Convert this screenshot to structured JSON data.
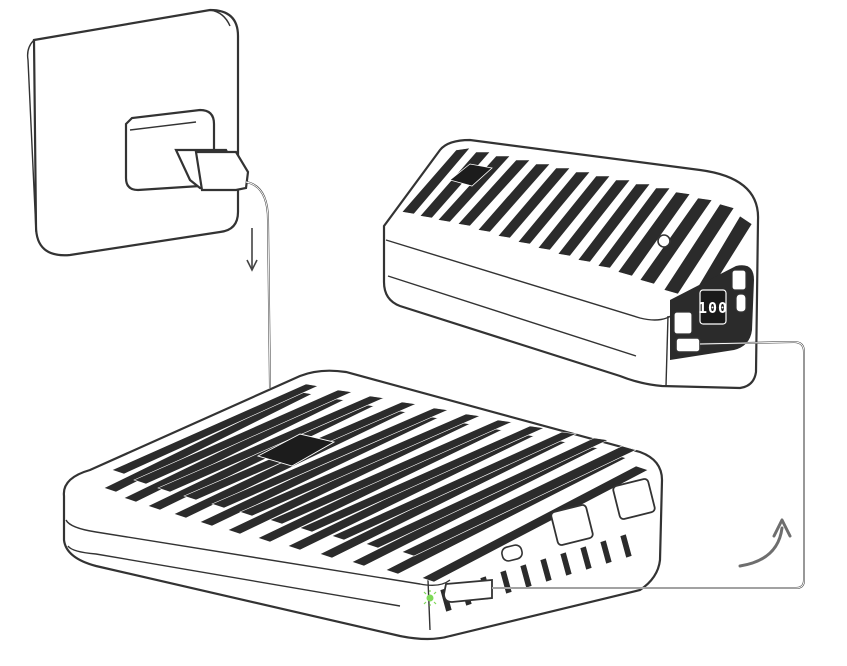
{
  "illustration": {
    "wall_outlet": {
      "icon": "wall-outlet-with-plug"
    },
    "charger_cable": {
      "icon": "usb-cable",
      "direction": "down"
    },
    "large_power_bank": {
      "icon": "ribbed-power-bank",
      "ports": [
        "usb-c",
        "usb-a",
        "usb-a",
        "micro-usb"
      ],
      "led_color": "#7ed957"
    },
    "small_power_bank": {
      "icon": "ribbed-power-bank",
      "display_value": "100",
      "ports": [
        "usb-a",
        "usb-c",
        "usb-a"
      ]
    },
    "transfer_arrow": {
      "icon": "curved-up-arrow",
      "color": "#6e6e6e"
    }
  }
}
